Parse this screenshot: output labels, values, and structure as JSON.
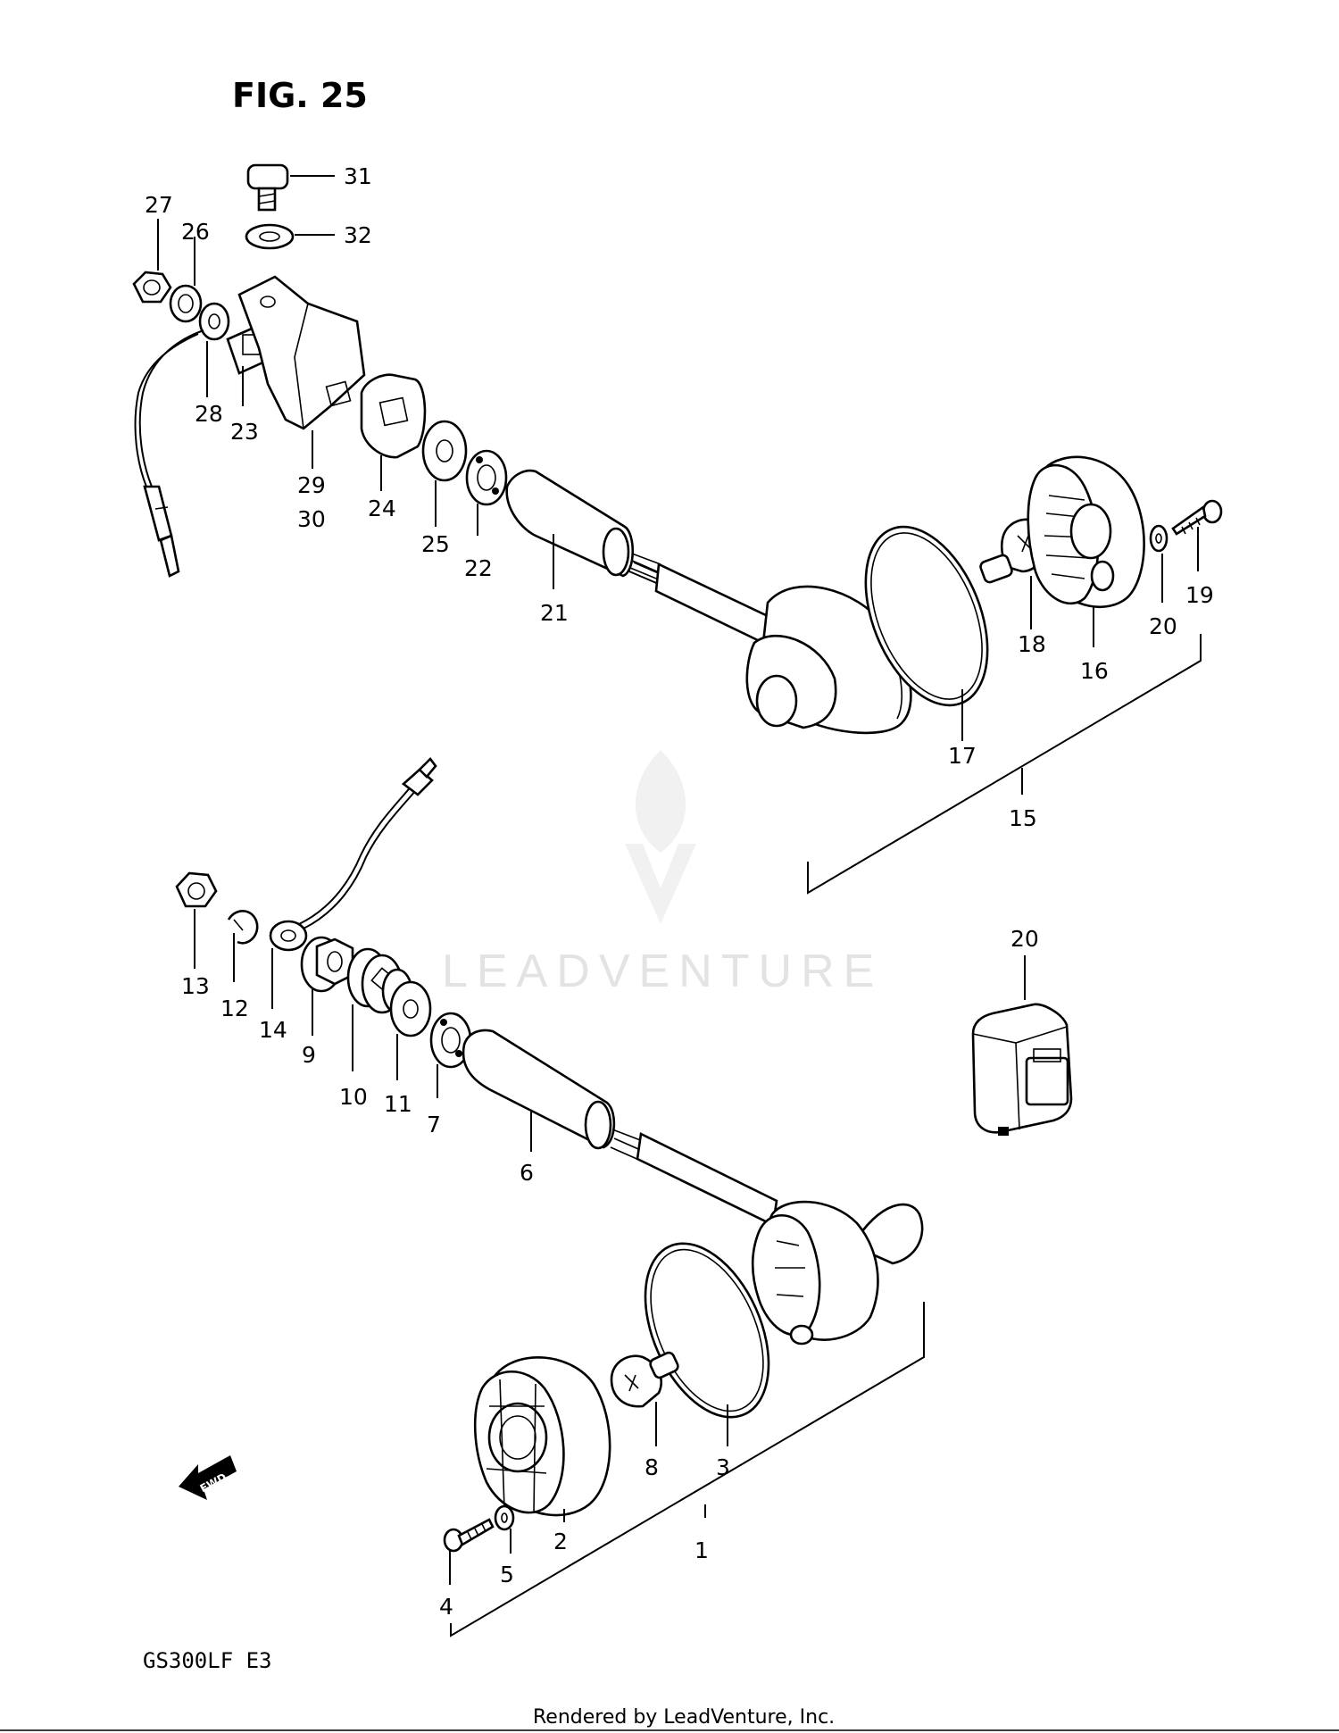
{
  "figure": {
    "title": "FIG. 25",
    "model_code": "GS300LF E3",
    "footer": "Rendered by LeadVenture, Inc.",
    "watermark": "LEADVENTURE",
    "direction_label": "FWD"
  },
  "callouts": {
    "c1": "1",
    "c2": "2",
    "c3": "3",
    "c4": "4",
    "c5": "5",
    "c6": "6",
    "c7": "7",
    "c8": "8",
    "c9": "9",
    "c10": "10",
    "c11": "11",
    "c12": "12",
    "c13": "13",
    "c14": "14",
    "c15": "15",
    "c16": "16",
    "c17": "17",
    "c18": "18",
    "c19": "19",
    "c20a": "20",
    "c20b": "20",
    "c21": "21",
    "c22": "22",
    "c23": "23",
    "c24": "24",
    "c25": "25",
    "c26": "26",
    "c27": "27",
    "c28": "28",
    "c29": "29",
    "c30": "30",
    "c31": "31",
    "c32": "32"
  },
  "colors": {
    "line": "#000000",
    "watermark": "#e3e3e3",
    "background": "#ffffff"
  }
}
